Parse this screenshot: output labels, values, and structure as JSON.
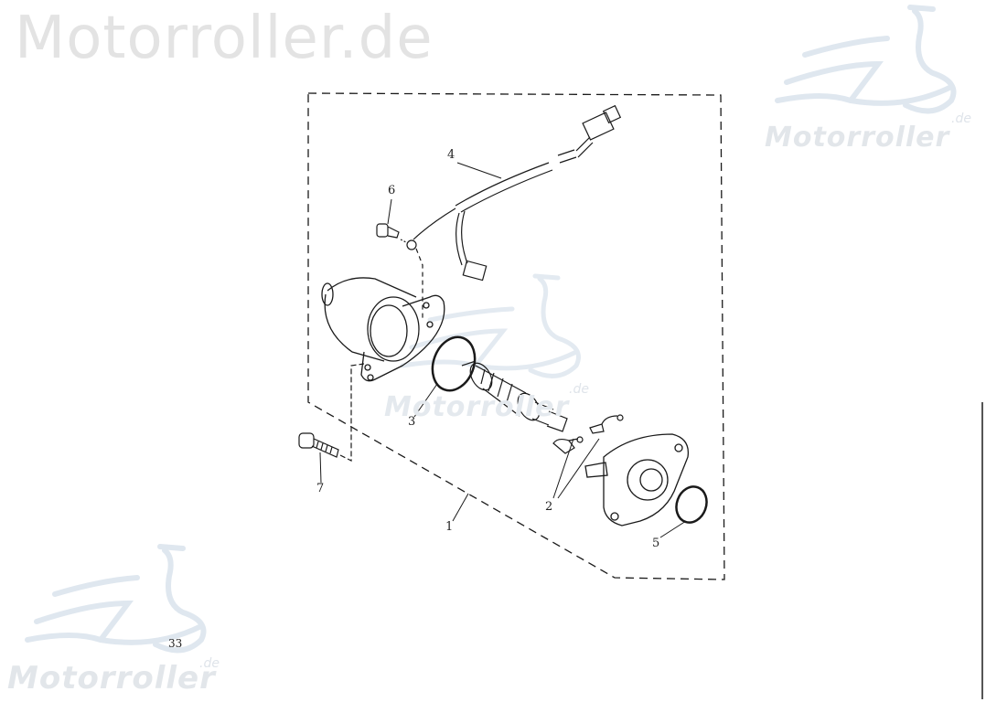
{
  "watermark": {
    "title": "Motorroller.de",
    "logo_text": "Motorroller",
    "logo_suffix": ".de"
  },
  "diagram": {
    "subject": "Starter motor exploded view",
    "callouts": [
      {
        "id": "1",
        "label": "1"
      },
      {
        "id": "2",
        "label": "2"
      },
      {
        "id": "3",
        "label": "3"
      },
      {
        "id": "4",
        "label": "4"
      },
      {
        "id": "5",
        "label": "5"
      },
      {
        "id": "6",
        "label": "6"
      },
      {
        "id": "7",
        "label": "7"
      }
    ]
  },
  "page": {
    "number": "33"
  },
  "colors": {
    "line": "#1a1a1a",
    "watermark_gray": "#e3e3e3",
    "watermark_blue": "#dfe6ee"
  }
}
